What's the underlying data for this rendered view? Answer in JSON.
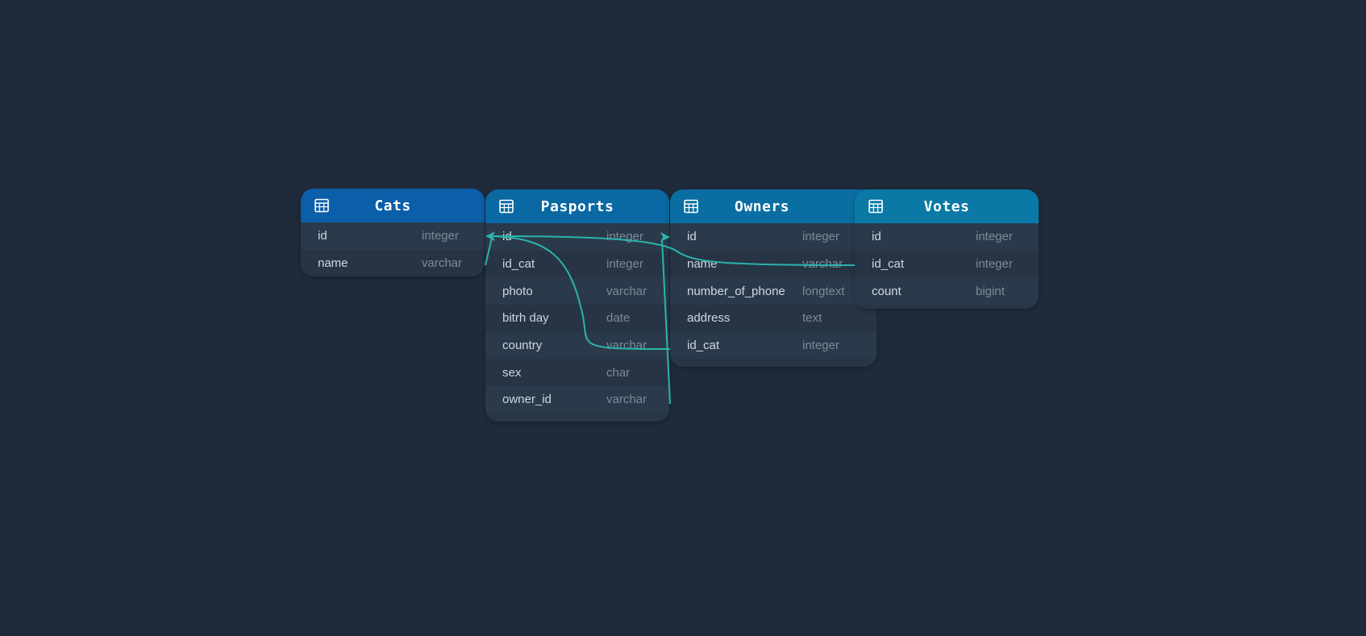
{
  "colors": {
    "background": "#1f2b3a",
    "table_body": "#273544",
    "header_cats": "#0b5ea8",
    "header_pasports": "#0a68a3",
    "header_owners": "#0a6ea2",
    "header_votes": "#0a79a6",
    "link": "#2ab3ad"
  },
  "icons": {
    "table_icon": "table-grid-icon"
  },
  "tables": {
    "cats": {
      "name": "Cats",
      "fields": [
        {
          "name": "id",
          "type": "integer"
        },
        {
          "name": "name",
          "type": "varchar"
        }
      ]
    },
    "pasports": {
      "name": "Pasports",
      "fields": [
        {
          "name": "id",
          "type": "integer"
        },
        {
          "name": "id_cat",
          "type": "integer"
        },
        {
          "name": "photo",
          "type": "varchar"
        },
        {
          "name": "bitrh day",
          "type": "date"
        },
        {
          "name": "country",
          "type": "varchar"
        },
        {
          "name": "sex",
          "type": "char"
        },
        {
          "name": "owner_id",
          "type": "varchar"
        }
      ]
    },
    "owners": {
      "name": "Owners",
      "fields": [
        {
          "name": "id",
          "type": "integer"
        },
        {
          "name": "name",
          "type": "varchar"
        },
        {
          "name": "number_of_phone",
          "type": "longtext"
        },
        {
          "name": "address",
          "type": "text"
        },
        {
          "name": "id_cat",
          "type": "integer"
        }
      ]
    },
    "votes": {
      "name": "Votes",
      "fields": [
        {
          "name": "id",
          "type": "integer"
        },
        {
          "name": "id_cat",
          "type": "integer"
        },
        {
          "name": "count",
          "type": "bigint"
        }
      ]
    }
  },
  "relations": [
    {
      "from": "Cats.name",
      "to": "Pasports.id"
    },
    {
      "from": "Owners.id_cat",
      "to": "Pasports.id"
    },
    {
      "from": "Votes.id_cat",
      "to": "Pasports.id"
    },
    {
      "from": "Pasports.owner_id",
      "to": "Owners.id"
    }
  ]
}
